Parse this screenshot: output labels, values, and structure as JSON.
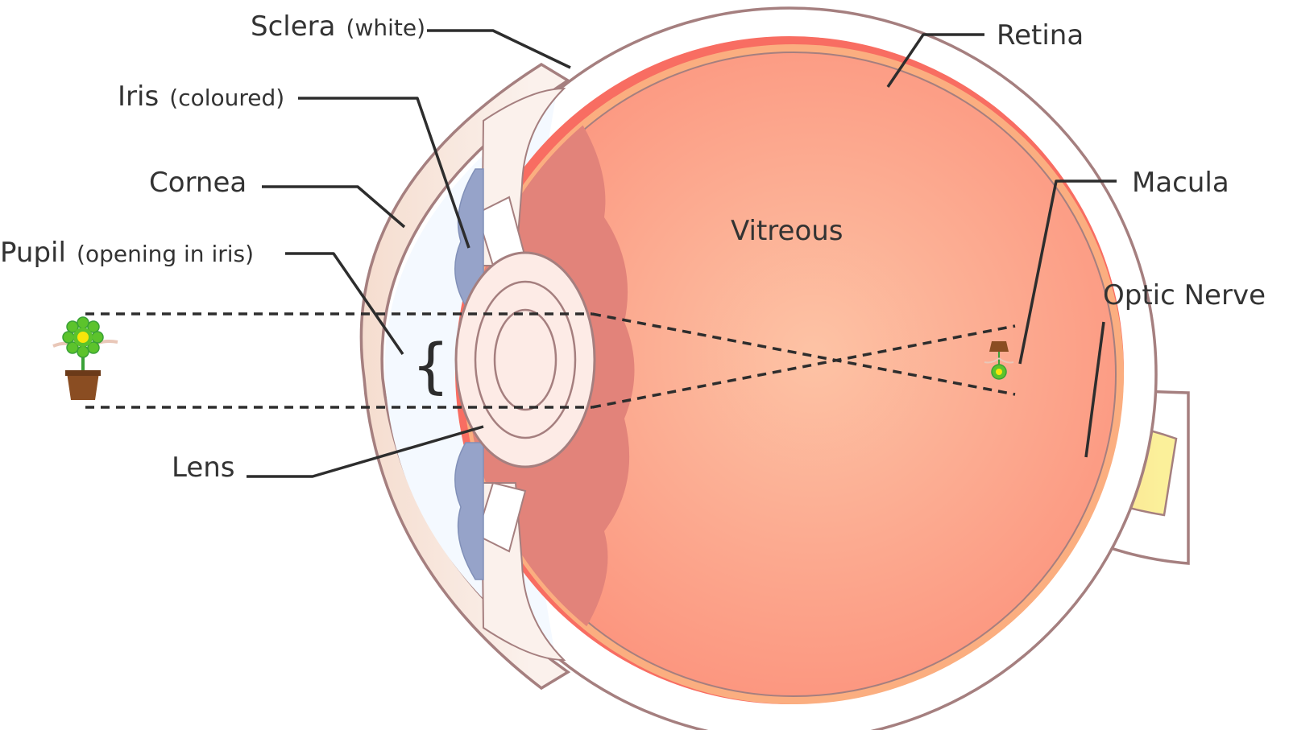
{
  "labels": {
    "sclera": {
      "name": "Sclera",
      "note": "(white)"
    },
    "iris": {
      "name": "Iris",
      "note": "(coloured)"
    },
    "cornea": {
      "name": "Cornea"
    },
    "pupil": {
      "name": "Pupil",
      "note": "(opening in iris)"
    },
    "lens": {
      "name": "Lens"
    },
    "retina": {
      "name": "Retina"
    },
    "macula": {
      "name": "Macula"
    },
    "vitreous": {
      "name": "Vitreous"
    },
    "optic_nerve": {
      "name": "Optic Nerve"
    },
    "pupil_brace": "{"
  },
  "colors": {
    "vitreous_center": "#fdc3a5",
    "vitreous_edge": "#fb8470",
    "ciliary_shadow": "#e2837a",
    "retina_band": "#f55c55",
    "macula_band": "#fcbf77",
    "optic_nerve": "#fbf09a",
    "iris": "#96a3c9",
    "lens": "#fdebe6",
    "outline": "#a57f7f",
    "leader": "#2d2d2d",
    "flower_petals": "#5cc32c",
    "flower_center": "#f8e60a",
    "flower_pot": "#8a4d22"
  },
  "icons": {
    "object": "flower-pot-icon",
    "retinal_image": "inverted-flower-icon"
  }
}
